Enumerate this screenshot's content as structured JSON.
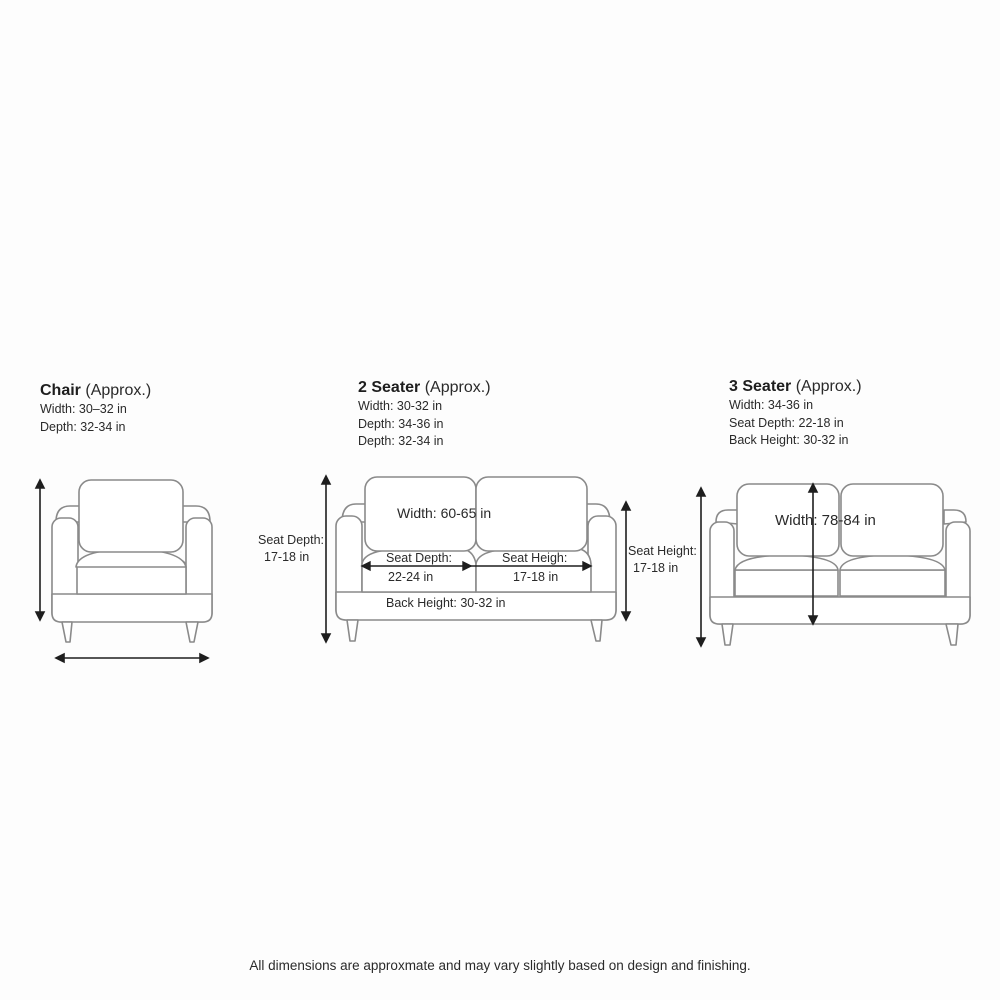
{
  "colors": {
    "background": "#fdfdfd",
    "outline": "#8a8a8a",
    "arrow": "#1e1e1e",
    "text": "#2a2a2a"
  },
  "chair": {
    "title": "Chair",
    "subtitle": "(Approx.)",
    "specs": [
      "Width: 30–32 in",
      "Depth: 32-34 in"
    ]
  },
  "two_seater": {
    "title": "2 Seater",
    "subtitle": "(Approx.)",
    "specs": [
      "Width: 30-32 in",
      "Depth: 34-36 in",
      "Depth: 32-34 in"
    ],
    "labels": {
      "width": "Width: 60-65 in",
      "seat_depth_left_1": "Seat Depth:",
      "seat_depth_left_2": "17-18 in",
      "seat_depth_cushion_1": "Seat Depth:",
      "seat_depth_cushion_2": "22-24 in",
      "seat_height_cushion_1": "Seat Heigh:",
      "seat_height_cushion_2": "17-18 in",
      "back_height": "Back Height: 30-32 in",
      "seat_height_right_1": "Seat Height:",
      "seat_height_right_2": "17-18 in"
    }
  },
  "three_seater": {
    "title": "3 Seater",
    "subtitle": "(Approx.)",
    "specs": [
      "Width: 34-36 in",
      "Seat Depth: 22-18 in",
      "Back Height: 30-32 in"
    ],
    "labels": {
      "width": "Width: 78-84 in"
    }
  },
  "footer": "All dimensions are approxmate and may vary slightly based on design and finishing."
}
